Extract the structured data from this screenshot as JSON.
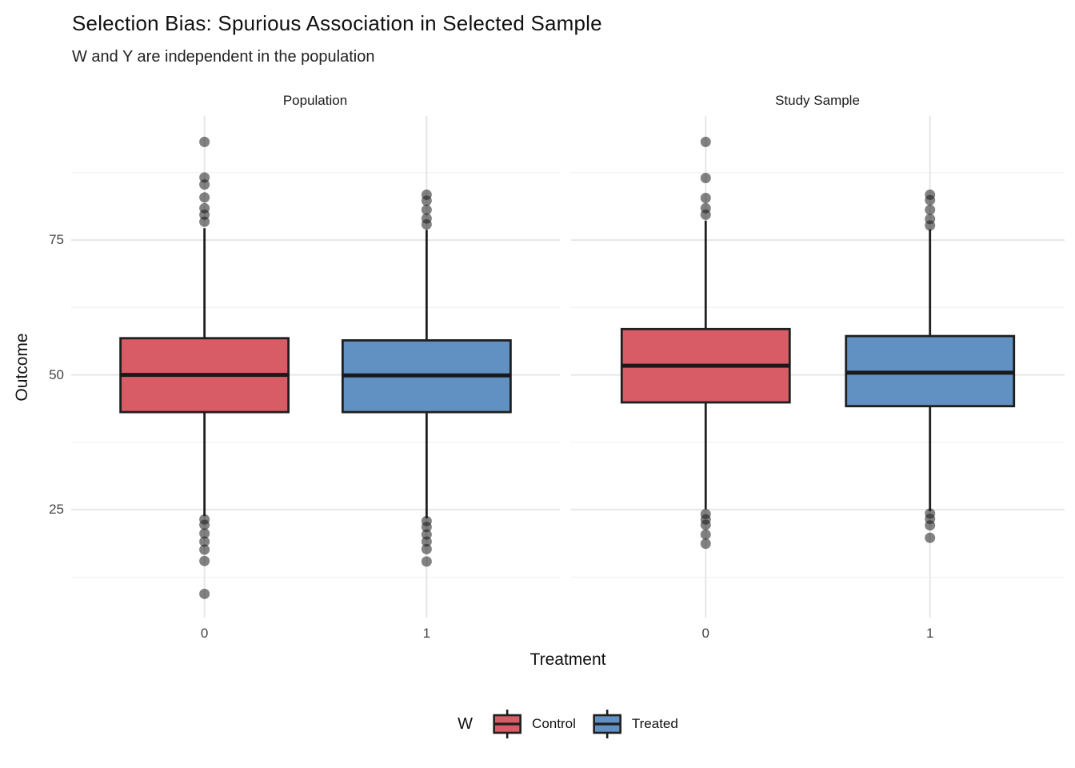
{
  "title": "Selection Bias: Spurious Association in Selected Sample",
  "subtitle": "W and Y are independent in the population",
  "chart_data": {
    "type": "boxplot",
    "title": "Selection Bias: Spurious Association in Selected Sample",
    "subtitle": "W and Y are independent in the population",
    "xlabel": "Treatment",
    "ylabel": "Outcome",
    "categories": [
      "0",
      "1"
    ],
    "yticks": [
      25,
      50,
      75
    ],
    "ylim": [
      5,
      98
    ],
    "grid": {
      "major": [
        25,
        50,
        75
      ],
      "minor": [
        12.5,
        37.5,
        62.5,
        87.5
      ],
      "vertical_at_categories": true
    },
    "facets": [
      {
        "label": "Population",
        "boxes": [
          {
            "category": "0",
            "group": "Control",
            "color": "#D85C66",
            "whisker_low": 23.8,
            "q1": 43.1,
            "median": 50.0,
            "q3": 56.8,
            "whisker_high": 77.2,
            "outliers_high": [
              93.2,
              86.6,
              85.3,
              82.9,
              80.9,
              79.7,
              78.4
            ],
            "outliers_low": [
              23.2,
              22.2,
              20.6,
              19.1,
              17.6,
              15.5,
              9.4
            ]
          },
          {
            "category": "1",
            "group": "Treated",
            "color": "#6191C2",
            "whisker_low": 23.4,
            "q1": 43.1,
            "median": 49.9,
            "q3": 56.4,
            "whisker_high": 76.9,
            "outliers_high": [
              83.4,
              82.3,
              80.6,
              79.0,
              77.9
            ],
            "outliers_low": [
              22.9,
              21.8,
              20.4,
              19.1,
              17.7,
              15.4
            ]
          }
        ]
      },
      {
        "label": "Study Sample",
        "boxes": [
          {
            "category": "0",
            "group": "Control",
            "color": "#D85C66",
            "whisker_low": 25.1,
            "q1": 44.9,
            "median": 51.7,
            "q3": 58.5,
            "whisker_high": 78.6,
            "outliers_high": [
              93.2,
              86.5,
              82.8,
              80.9,
              79.7
            ],
            "outliers_low": [
              24.2,
              23.2,
              22.2,
              20.4,
              18.7
            ]
          },
          {
            "category": "1",
            "group": "Treated",
            "color": "#6191C2",
            "whisker_low": 24.7,
            "q1": 44.2,
            "median": 50.4,
            "q3": 57.2,
            "whisker_high": 77.0,
            "outliers_high": [
              83.4,
              82.4,
              80.6,
              78.9,
              77.7
            ],
            "outliers_low": [
              24.3,
              23.3,
              22.1,
              19.8
            ]
          }
        ]
      }
    ],
    "legend": {
      "title": "W",
      "entries": [
        {
          "label": "Control",
          "color": "#D85C66"
        },
        {
          "label": "Treated",
          "color": "#6191C2"
        }
      ]
    },
    "colors": {
      "box_border": "#1F1F1F",
      "median": "#1A1A1A",
      "outlier": "#1B1B1B",
      "grid_major": "#E6E6E6",
      "grid_minor": "#F1F1F1",
      "tick_text": "#444444",
      "text": "#111111"
    }
  }
}
